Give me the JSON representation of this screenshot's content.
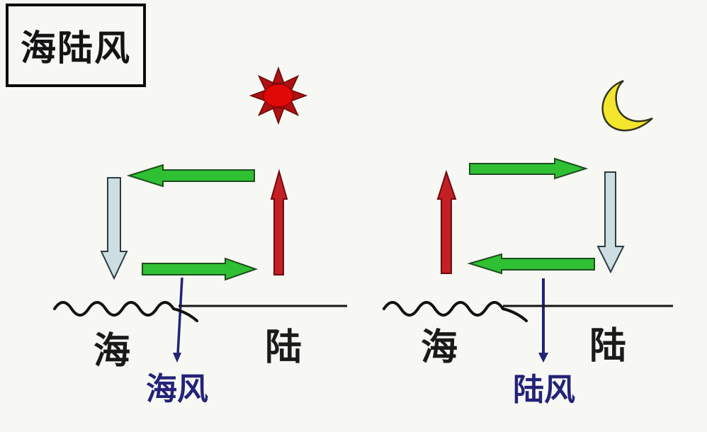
{
  "title": "海陆风",
  "panels": {
    "day": {
      "time_icon": "sun-icon",
      "sea_label": "海",
      "land_label": "陆",
      "breeze_label": "海风"
    },
    "night": {
      "time_icon": "moon-icon",
      "sea_label": "海",
      "land_label": "陆",
      "breeze_label": "陆风"
    }
  },
  "colors": {
    "background": "#f7f7f4",
    "wind_arrow": "#2fc033",
    "warm_air_arrow": "#c32026",
    "cool_air_arrow": "#ccdee2",
    "breeze_text": "#232378",
    "sun_color": "#e10808",
    "moon_color": "#f3e62c"
  }
}
